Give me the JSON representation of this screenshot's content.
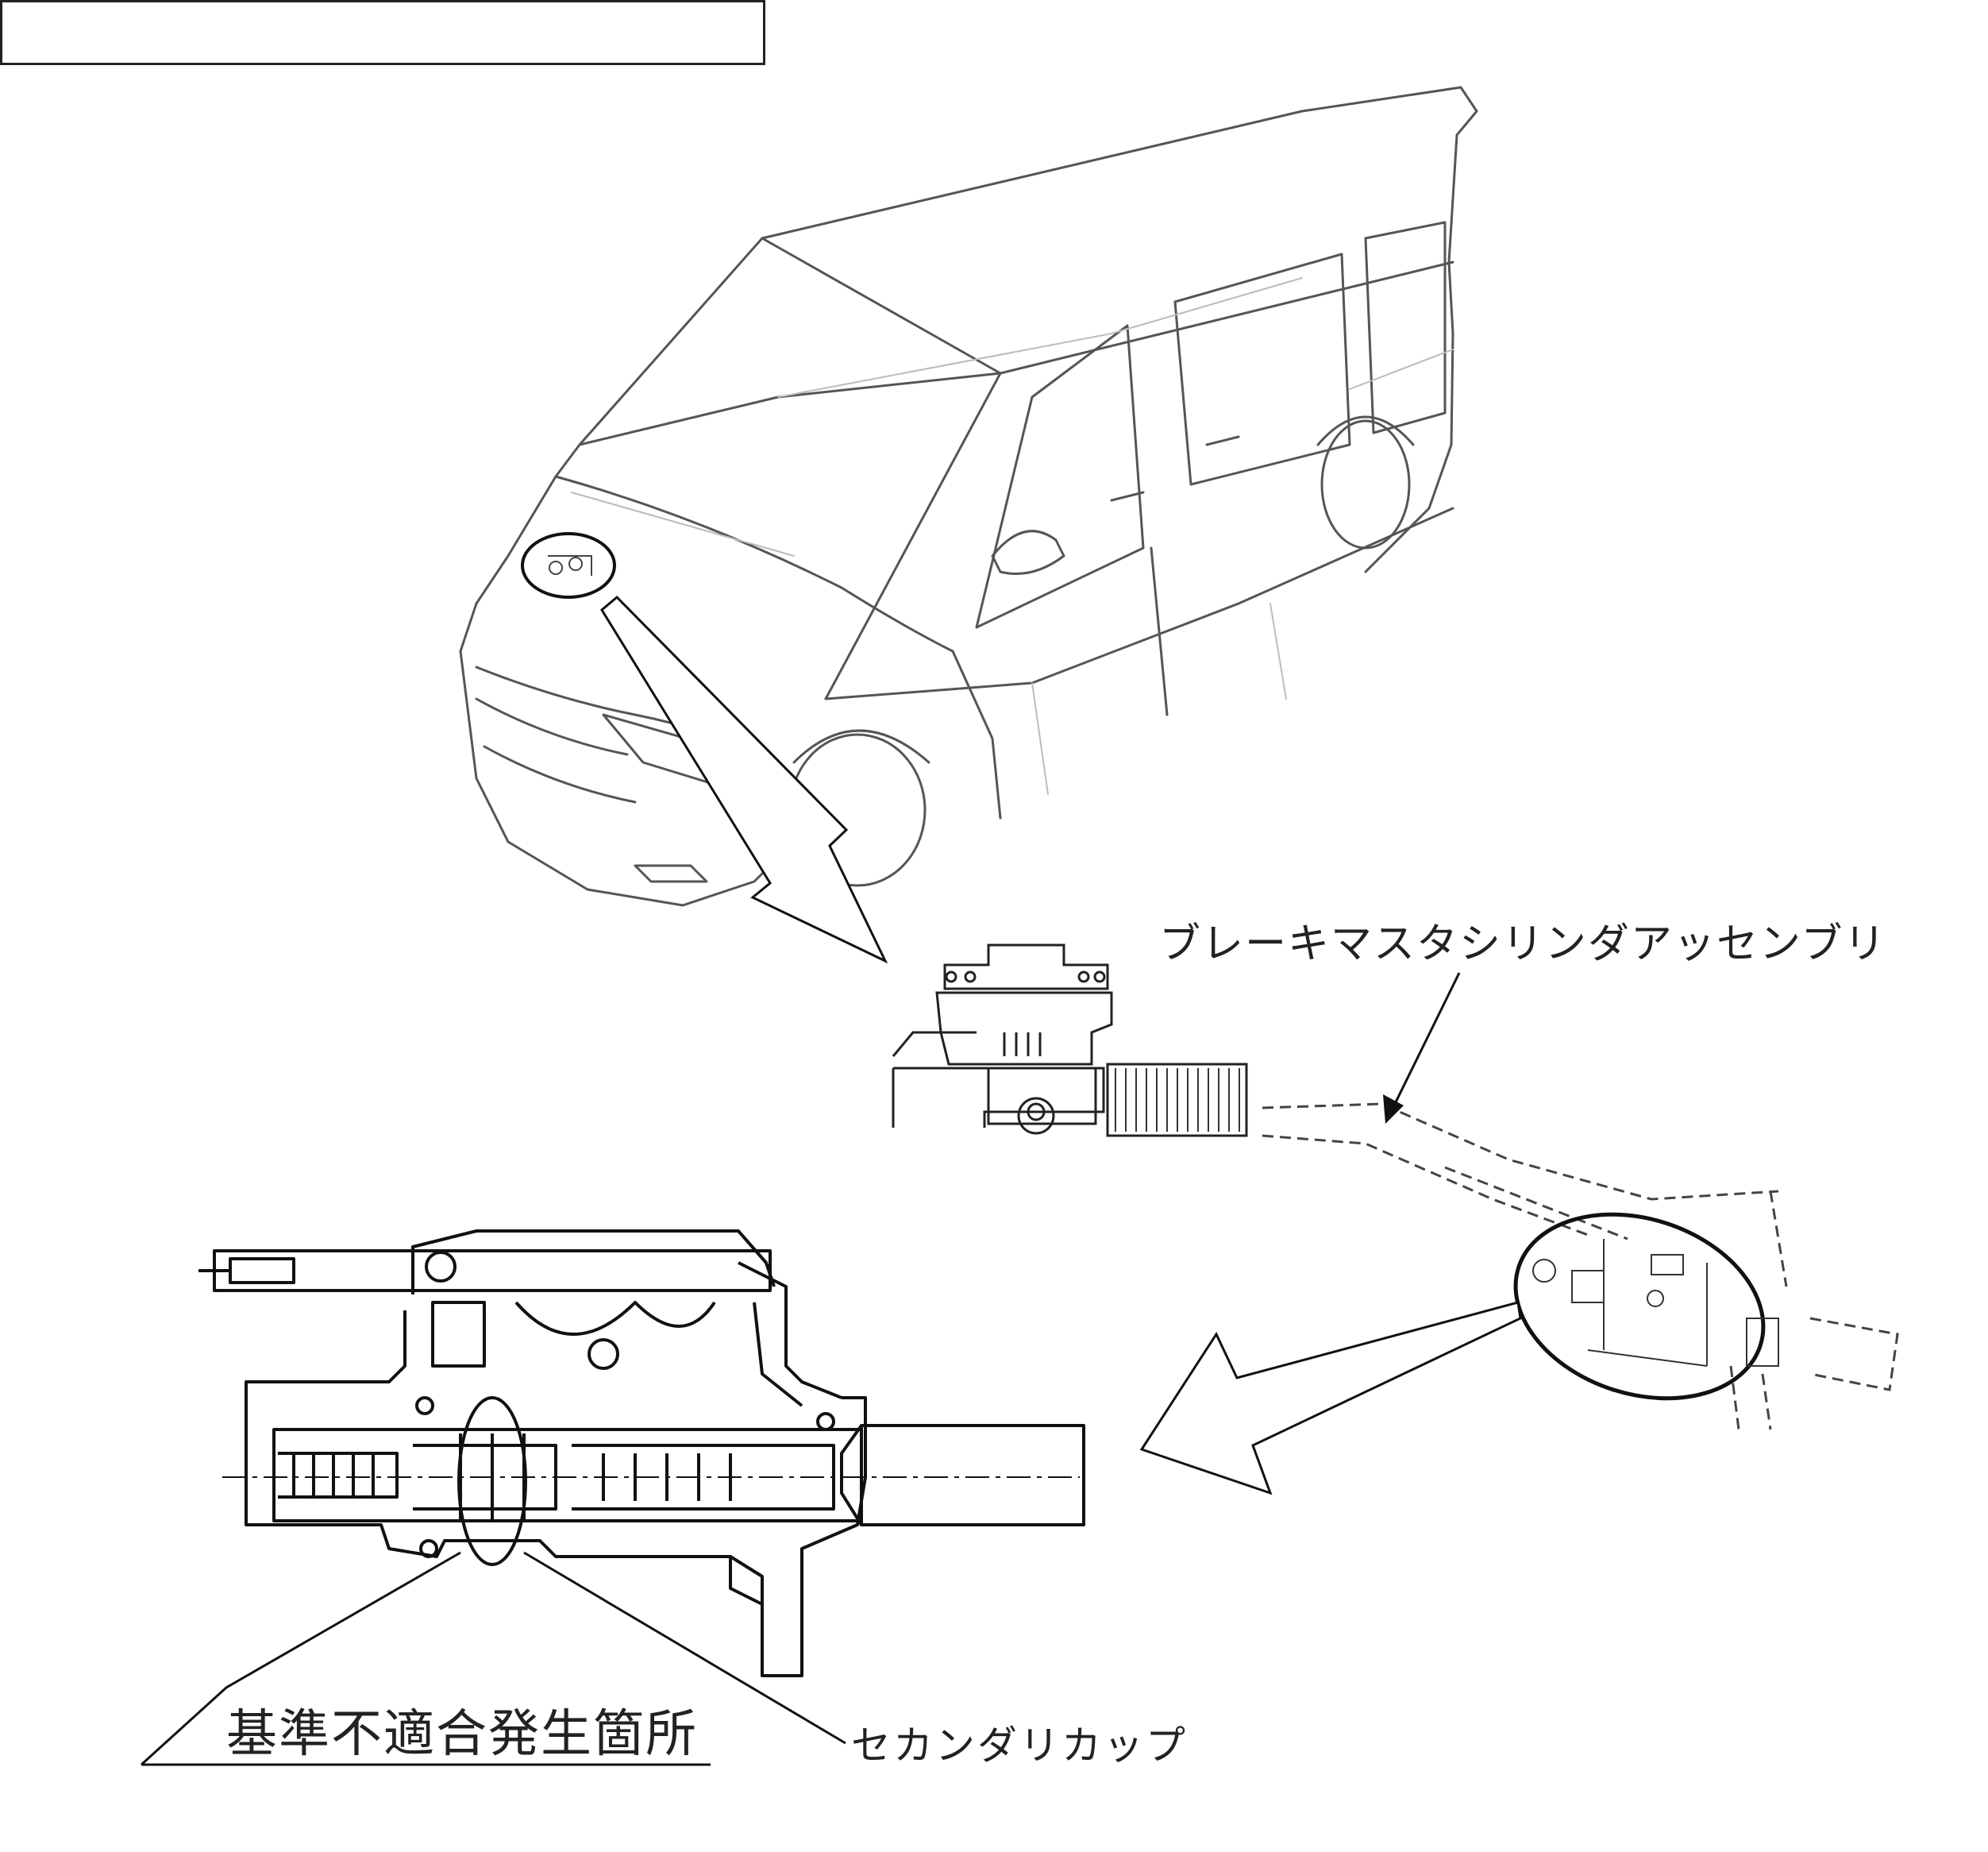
{
  "labels": {
    "part_name": "ブレーキマスタシリンダアッセンブリ",
    "defect_location": "基準不適合発生箇所",
    "component": "セカンダリカップ"
  },
  "colors": {
    "line": "#222222",
    "light_line": "#9a9a9a",
    "background": "#ffffff"
  }
}
